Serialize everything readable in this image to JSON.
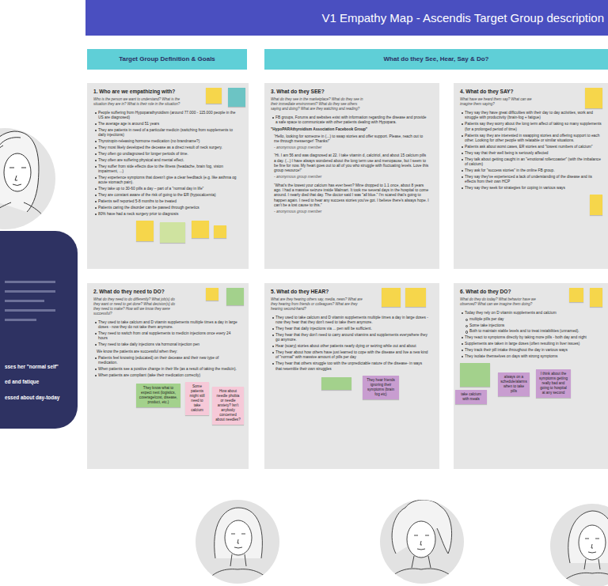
{
  "diagram": {
    "title": "V1 Empathy Map - Ascendis Target Group description",
    "nodes": [
      {
        "text": [
          "Target Group Definition & Goals"
        ]
      },
      {
        "text": [
          "What do they See, Hear, Say & Do?"
        ]
      },
      {
        "text": [
          "1. Who are we empathizing with?",
          "Who is the person we want to understand? What is the situation they are in? What is their role in the situation?",
          "People suffering from Hypoparathyroidism (around 77.000 - 115.000 people in the US are diagnosed)",
          "The average age is around 51 years",
          "They are patients in need of a particular medicin (switching from supplements to daily injections)",
          "Thyrotropin-releasing hormone medication (no brandname?)",
          "They most likely developed the decease as a direct result of neck surgery.",
          "They often go undiagnosed for longer periods of time.",
          "They often are suffering physical and mental effect.",
          "They suffer from side effects due to the illness (headache, brain fog, vision impairment, ...)",
          "They experience symptoms that doesn't give a clear feedback (e.g. like asthma og acute stomach pain).",
          "They take up to 30-60 pills a day – part of a \"normal day in life\"",
          "They are constant aware of the risk of going to the ER (hypocalcemia)",
          "Patients self reported 5-8 months to be treated",
          "Patients caring the disorder can be passed through genetics",
          "80% have had a neck surgery prior to diagnosis"
        ]
      },
      {
        "text": [
          "3. What do they SEE?",
          "What do they see in the marketplace? What do they see in their immediate environment? What do they see others saying and doing? What are they watching and reading?",
          "FB groups, Forums and websites exist with information regarding the disease and provide a safe space to communicate with other patients dealing with Hypopara.",
          "\"HypoPARAthyroidism Association Facebook Group\"",
          "“Hello, looking for someone in (...) to swap stories and offer support. Please, reach out to me through messenger! Thanks!”",
          "- anonymous group member",
          "“Hi. I am 56 and was diagnosed at 22. I take vitamin d, calcitriol, and about 15 calcium pills a day. (...) I have always wondered about the long term use and menopause, but I seem to be fine for now. My heart goes out to all of you who struggle with fluctuating levels. Love this group resource!”",
          "- anonymous group member",
          "“What's the lowest your calcium has ever been? Mine dropped to 1.1 once, about 8 years ago. I had a massive seizure inside Walmart. It took me several days in the hospital to come around. I nearly died that day. The doctor said I was \"all blue.\" I'm scared that's going to happen again. I need to hear any success stories you've got. I believe there's always hope. I can't be a lost cause to this.”",
          "- anonymous group member"
        ]
      },
      {
        "text": [
          "4. What do they SAY?",
          "What have we heard them say? What can we imagine them saying?",
          "They say they have great difficulties with their day to day activities, work and struggle with productivity (brain-fog + fatigue)",
          "Patients say they worry about the long term affect of taking so many supplements (for a prolonged period of time)",
          "Patients say they are interested in swapping stories and offering support to each other. Looking for other people with relatable or similar situations.",
          "Patients ask about worst cases, ER stories and \"lowest numbers of calcium\"",
          "They say that their well being is seriously affected",
          "They talk about getting caught in an \"emotional rollercoaster\" (with the imbalance of calcium)",
          "They ask for \"success stories\" in the online FB group.",
          "They say they've experienced a lack of understanding of the disease and its effects from their own HCP",
          "They say they seek for strategies for coping in various ways"
        ]
      },
      {
        "text": [
          "2. What do they need to DO?",
          "What do they need to do differently? What job(s) do they want or need to get done? What decision(s) do they need to make? How will we know they were successful?",
          "They used to take calcium and D vitamin supplements multiple times a day in large doses - now they do not take them anymore.",
          "They need to switch from oral supplements to medicin injections once every 24 hours",
          "They need to take daily injections via hormonal injection pen",
          "We know the patients are successful when they:",
          "Patients feel knowing (educated) on their decease and their new type of medication.",
          "When patients see a positive change in their life (as a result of taking the medicin).",
          "When patients are compliant (take their medication correctly)"
        ]
      },
      {
        "text": [
          "5. What do they HEAR?",
          "What are they hearing others say, media, news? What are they hearing from friends or colleagues? What are they hearing second-hand?",
          "They used to take calcium and D vitamin supplements multiple times a day in large doses - now they hear that they don't need to take them anymore.",
          "They hear that daily injections via ... pen will be sufficient.",
          "They hear that they don't need to carry around vitamins and supplements everywhere they go anymore.",
          "Hear (scary) stories about other patients nearly dying or seizing while out and about",
          "They hear about how others have just learned to cope with the disease and live a new kind of \"normal\" with massive amount of pills per day",
          "They hear that others struggle too with the unpredictable nature of the disease- in ways that resemble their own struggles"
        ]
      },
      {
        "text": [
          "6. What do they DO?",
          "What do they do today? What behavior have we observed? What can we imagine them doing?",
          "Today they rely on D vitamin supplements and calcium",
          "multiple pills per day",
          "Some take injections",
          "Both to maintain stable levels and to treat instabilities (unnamed).",
          "They react to symptoms directly by taking more pills - both day and night",
          "Supplements are taken in large doses (often resulting in liver issues)",
          "They track their pill intake throughout the day in various ways",
          "They isolate themselves on days with strong symptoms"
        ]
      },
      {
        "text": [
          "sses her \"normal self\"",
          "ed and fatique",
          "essed about day-today"
        ]
      },
      {
        "text": [
          "They know what to expect next (logistics, coverage/cost, disease, product, etc.)"
        ],
        "in": 5
      },
      {
        "text": [
          "How about needle phobia or needle anxiety? Isn't anybody concerned about needles?"
        ],
        "in": 5
      },
      {
        "text": [
          "Some patients might still need to take calcium"
        ],
        "in": 5
      },
      {
        "text": [
          "They hear friends ignoring their symptoms (brain fog etc)"
        ],
        "in": 6
      },
      {
        "text": [
          "take calcium with meals"
        ],
        "in": 7
      },
      {
        "text": [
          "always on a schedule/alarms when to take pills"
        ],
        "in": 7
      },
      {
        "text": [
          "I think about the symptoms getting really bad and going to hospital at any second"
        ],
        "in": 7
      }
    ]
  }
}
